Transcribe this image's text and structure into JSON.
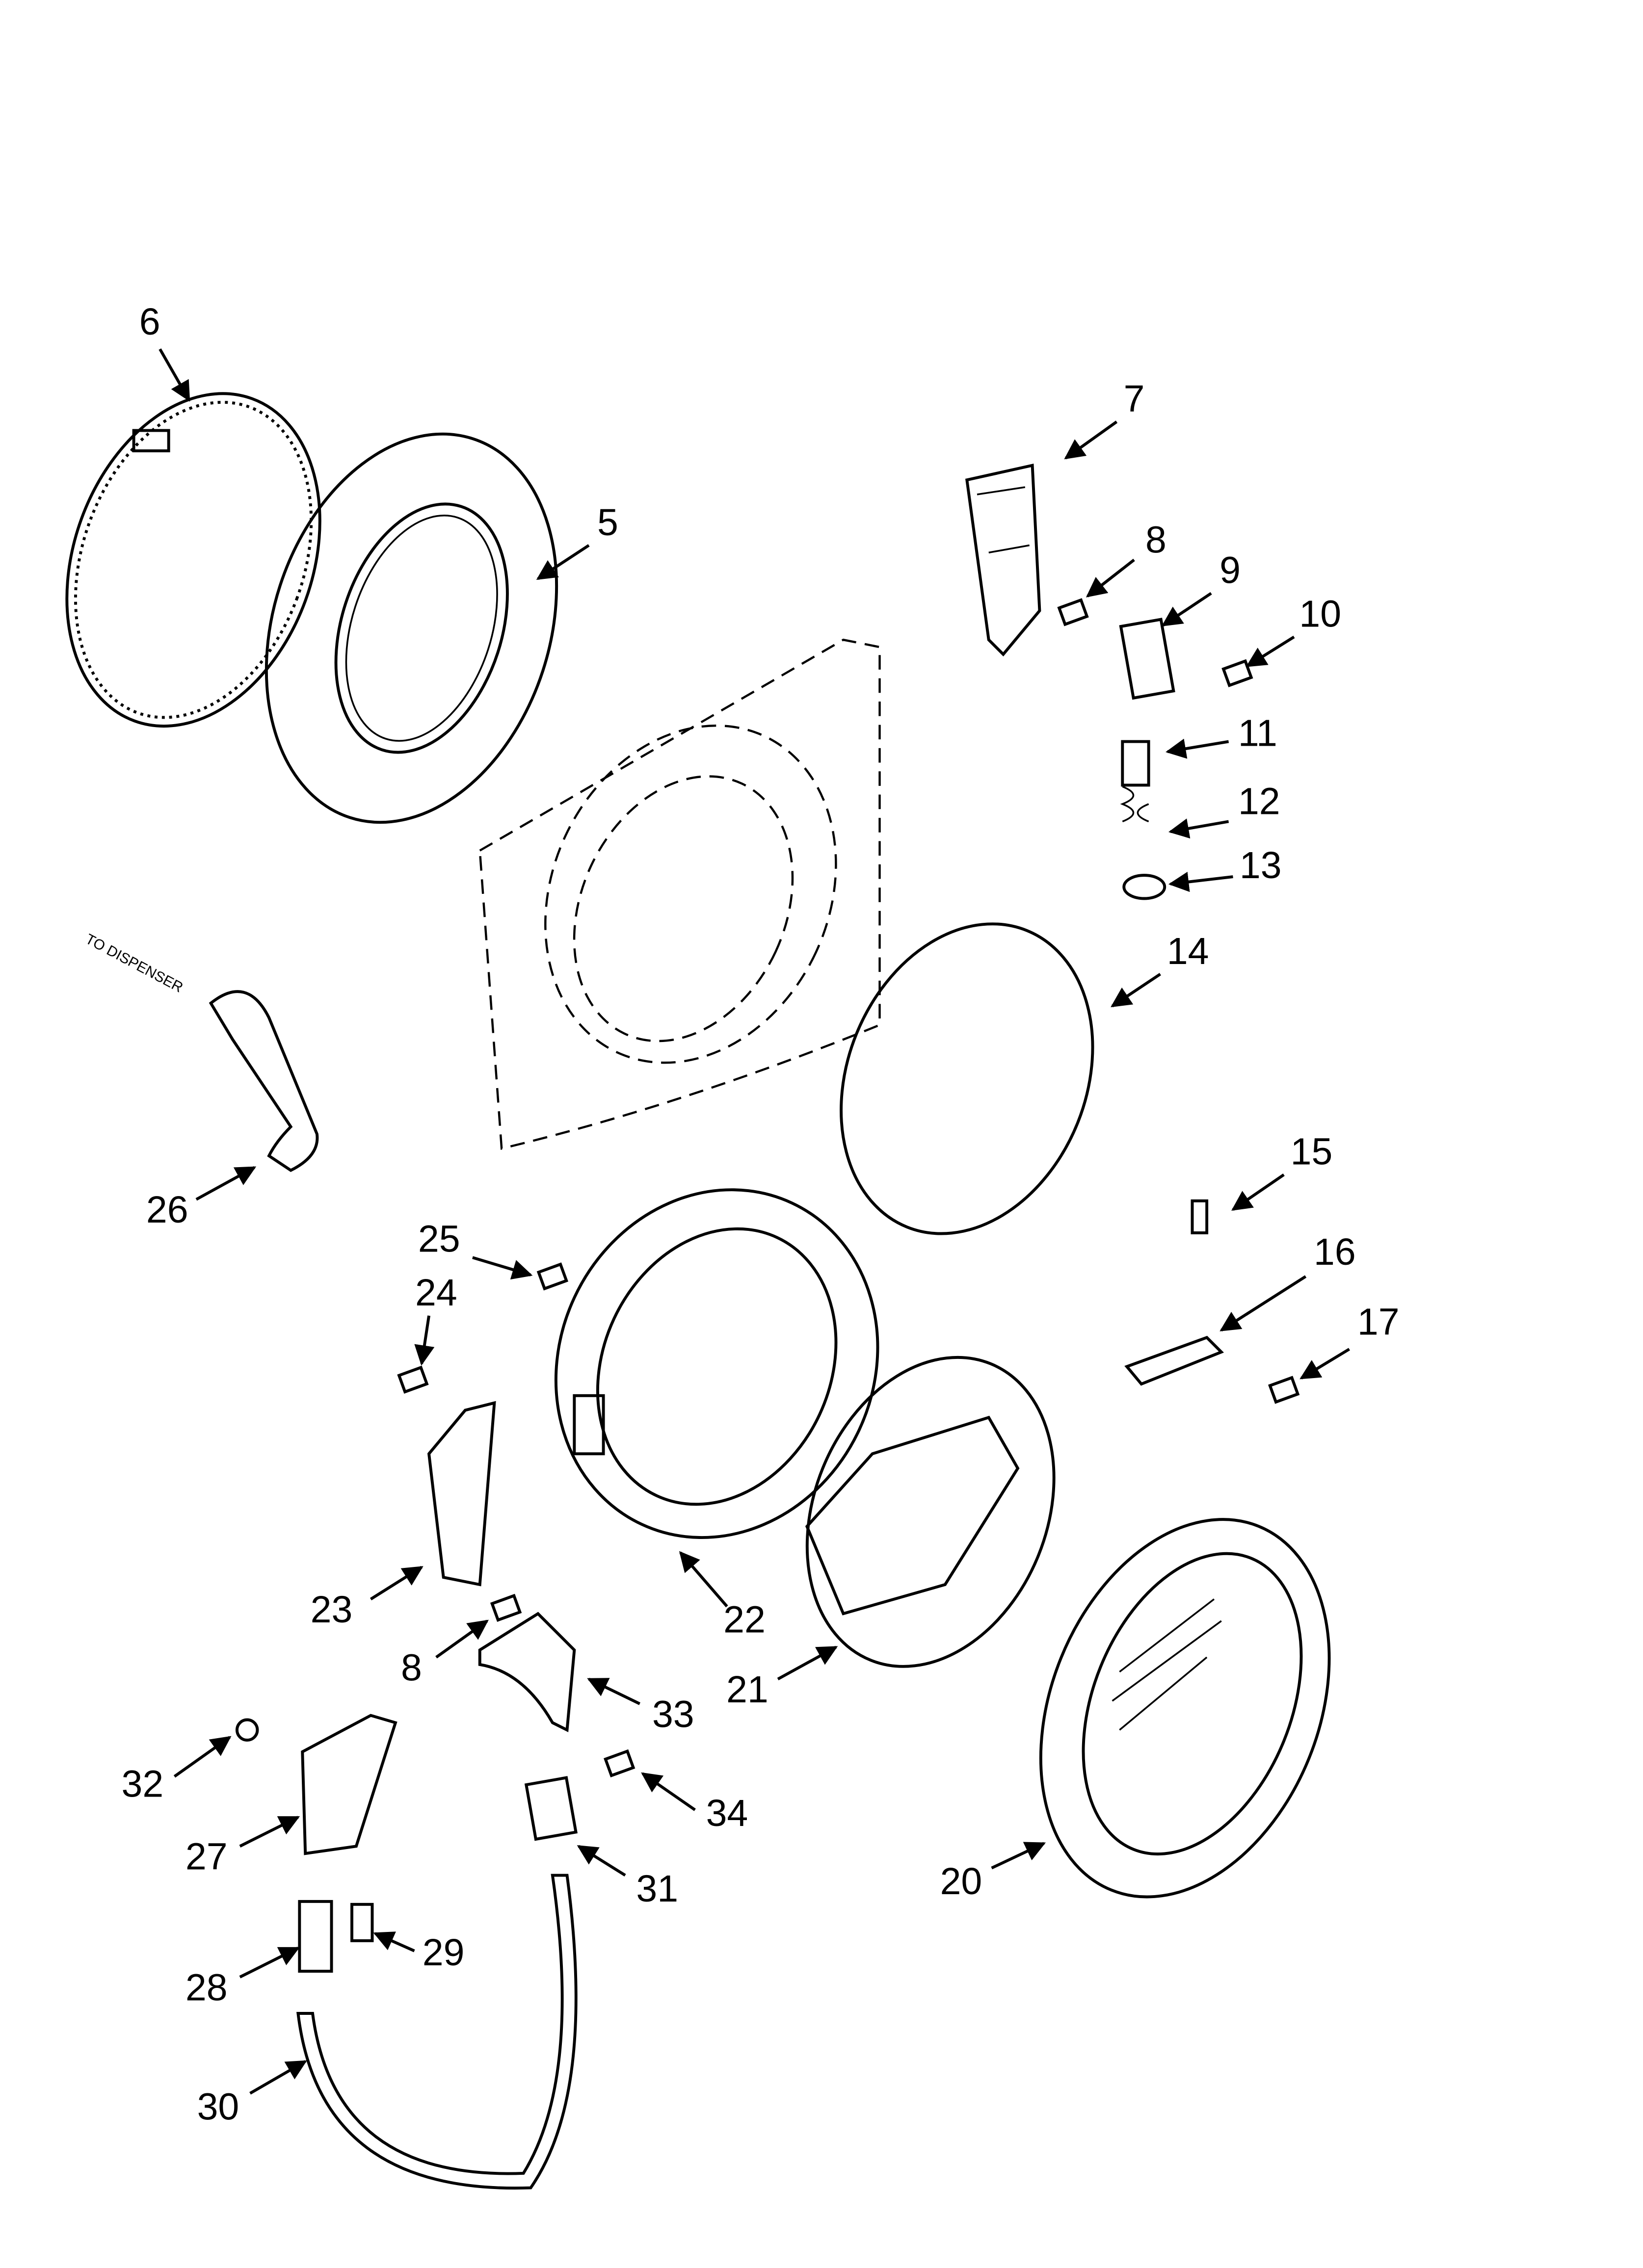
{
  "diagram": {
    "annotation": "TO DISPENSER",
    "callouts": [
      "6",
      "5",
      "7",
      "8",
      "9",
      "10",
      "11",
      "12",
      "13",
      "14",
      "15",
      "16",
      "17",
      "26",
      "25",
      "24",
      "23",
      "22",
      "8",
      "33",
      "21",
      "32",
      "34",
      "27",
      "31",
      "20",
      "28",
      "29",
      "30"
    ]
  }
}
